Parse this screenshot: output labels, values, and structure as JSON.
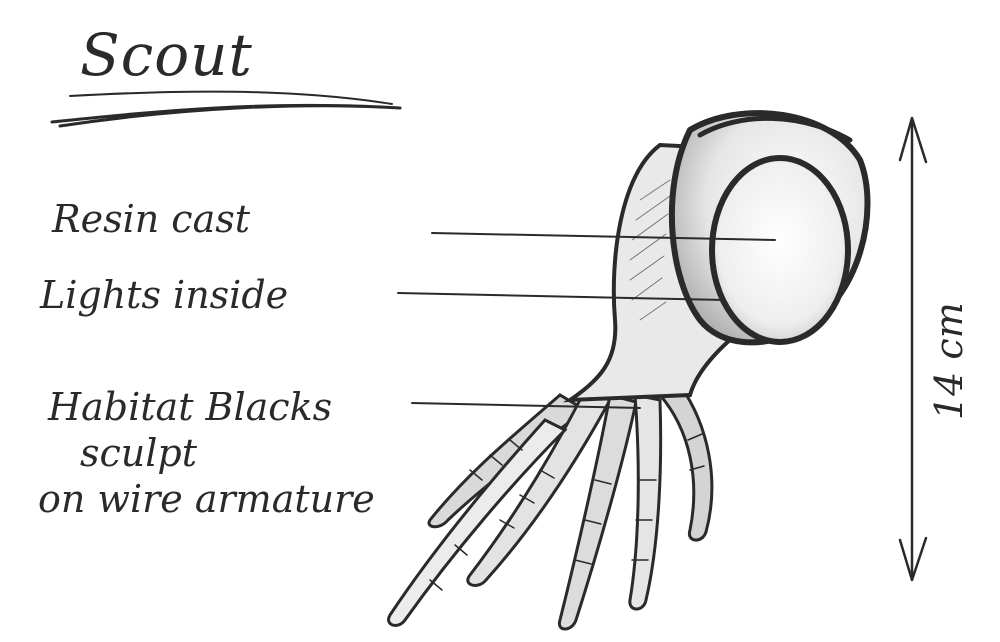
{
  "title": "Scout",
  "annotations": [
    {
      "id": "resin",
      "lines": [
        "Resin cast"
      ]
    },
    {
      "id": "lights",
      "lines": [
        "Lights inside"
      ]
    },
    {
      "id": "habitat",
      "lines": [
        "Habitat Blacks",
        "sculpt",
        "on wire armature"
      ]
    }
  ],
  "dimension": {
    "label": "14 cm"
  },
  "colors": {
    "ink": "#2a2a2a",
    "paper": "#ffffff",
    "shade": "#cfcfcf"
  }
}
